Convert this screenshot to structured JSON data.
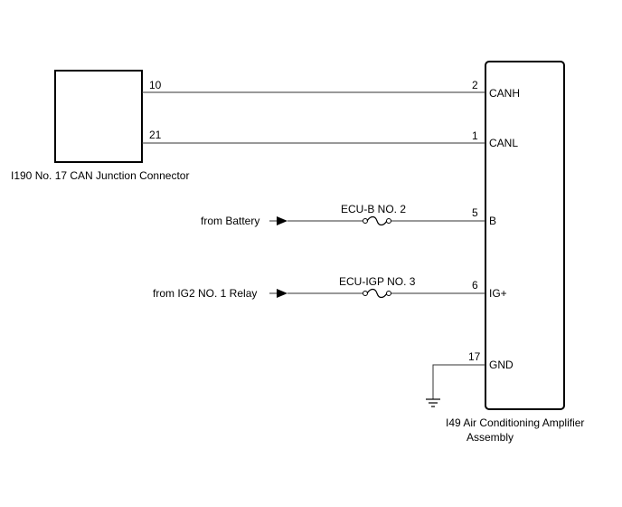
{
  "junction_connector": {
    "label": "I190  No. 17 CAN Junction Connector",
    "pins": {
      "canh": "10",
      "canl": "21"
    }
  },
  "amplifier": {
    "label_line1": "I49  Air Conditioning Amplifier",
    "label_line2": "Assembly",
    "pins": [
      {
        "num": "2",
        "name": "CANH"
      },
      {
        "num": "1",
        "name": "CANL"
      },
      {
        "num": "5",
        "name": "B"
      },
      {
        "num": "6",
        "name": "IG+"
      },
      {
        "num": "17",
        "name": "GND"
      }
    ]
  },
  "sources": {
    "battery": "from Battery",
    "ig2": "from IG2 NO. 1 Relay"
  },
  "fuses": {
    "ecu_b": "ECU-B NO. 2",
    "ecu_igp": "ECU-IGP NO. 3"
  }
}
